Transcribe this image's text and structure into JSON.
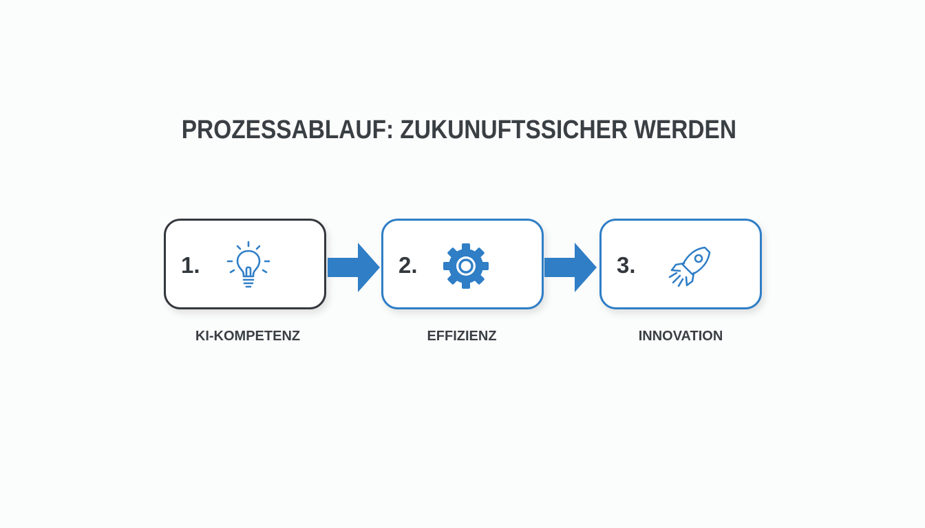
{
  "title": "PROZESSABLAUF: ZUKUNUFTSSICHER WERDEN",
  "colors": {
    "accent": "#2f7ec6",
    "dark": "#33383d",
    "background": "#fbfcfc"
  },
  "steps": [
    {
      "number": "1.",
      "label": "KI-KOMPETENZ",
      "icon": "lightbulb-icon"
    },
    {
      "number": "2.",
      "label": "EFFIZIENZ",
      "icon": "gear-icon"
    },
    {
      "number": "3.",
      "label": "INNOVATION",
      "icon": "rocket-icon"
    }
  ]
}
